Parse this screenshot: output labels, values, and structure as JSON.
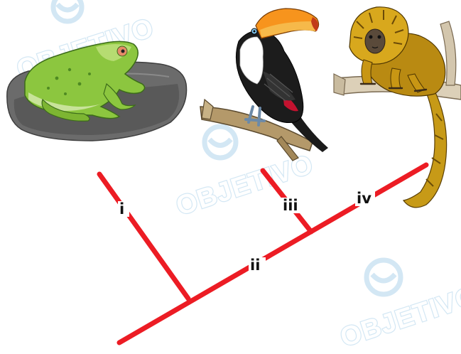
{
  "watermark": {
    "text": "OBJETIVO",
    "color": "#d3e7f4"
  },
  "organisms": [
    {
      "id": "frog",
      "name": "frog-illustration"
    },
    {
      "id": "toucan",
      "name": "toucan-illustration"
    },
    {
      "id": "monkey",
      "name": "tamarin-illustration"
    }
  ],
  "tree": {
    "line_color": "#ec1c24",
    "labels": {
      "i": "i",
      "ii": "ii",
      "iii": "iii",
      "iv": "iv"
    }
  }
}
